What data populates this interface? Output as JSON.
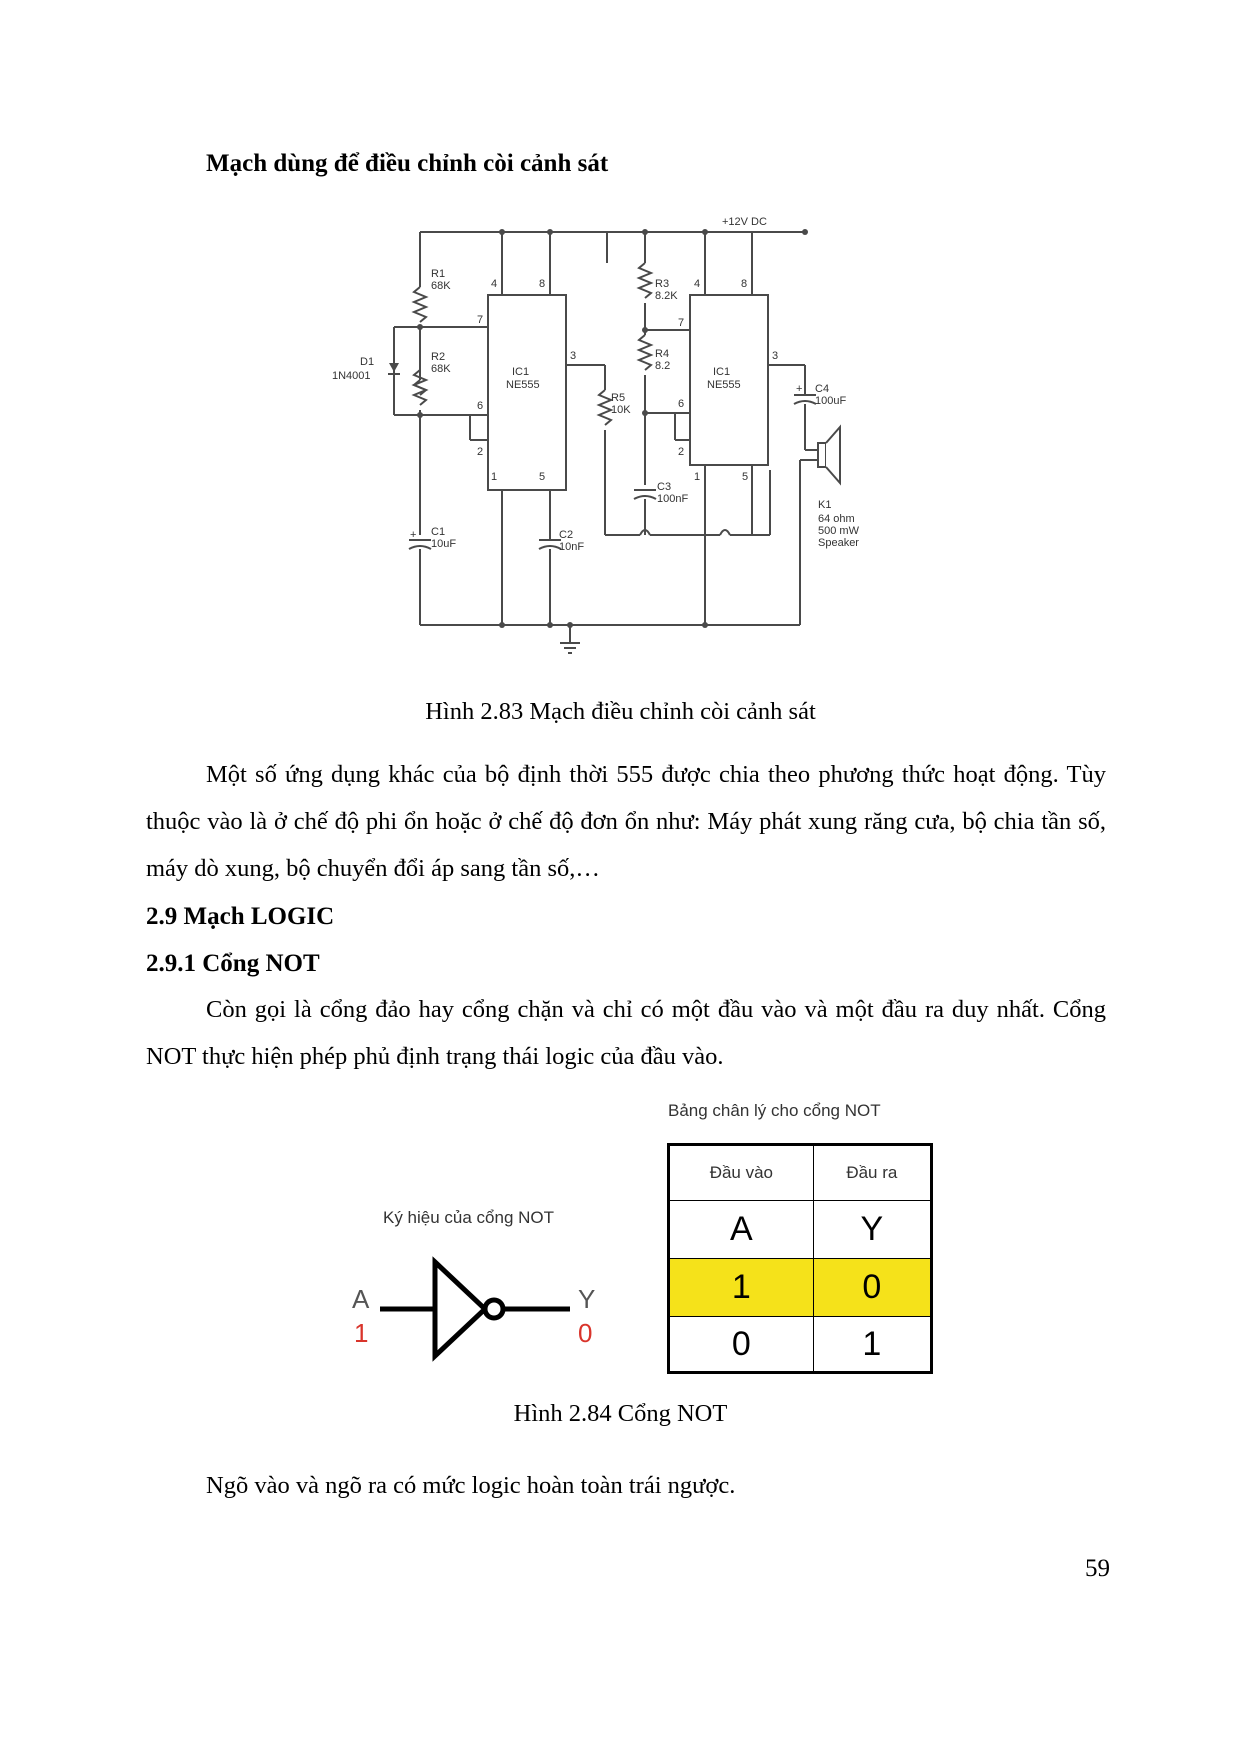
{
  "title": "Mạch dùng để điều chỉnh còi cảnh sát",
  "circuit": {
    "power": "+12V DC",
    "r1_name": "R1",
    "r1_value": "68K",
    "r2_name": "R2",
    "r2_value": "68K",
    "d1_name": "D1",
    "d1_value": "1N4001",
    "c1_name": "C1",
    "c1_value": "10uF",
    "c2_name": "C2",
    "c2_value": "10nF",
    "ic1_name": "IC1",
    "ic1_type": "NE555",
    "r3_name": "R3",
    "r3_value": "8.2K",
    "r4_name": "R4",
    "r4_value": "8.2",
    "r5_name": "R5",
    "r5_value": "10K",
    "c3_name": "C3",
    "c3_value": "100nF",
    "ic2_name": "IC1",
    "ic2_type": "NE555",
    "c4_name": "C4",
    "c4_value": "100uF",
    "k1_name": "K1",
    "k1_line1": "64 ohm",
    "k1_line2": "500 mW",
    "k1_line3": "Speaker",
    "pin4": "4",
    "pin8": "8",
    "pin7": "7",
    "pin6": "6",
    "pin2": "2",
    "pin1": "1",
    "pin5": "5",
    "pin3": "3",
    "plus": "+"
  },
  "caption1": "Hình 2.83 Mạch điều chỉnh còi cảnh sát",
  "paragraph1": "Một số ứng dụng khác của bộ định thời 555 được chia theo phương thức hoạt động. Tùy thuộc vào là ở chế độ phi ổn hoặc ở chế độ đơn ổn như: Máy phát xung răng cưa, bộ chia tần số, máy dò xung, bộ chuyển đổi áp sang tần số,…",
  "section": "2.9 Mạch LOGIC",
  "subsection": "2.9.1 Cổng NOT",
  "paragraph2": "Còn gọi là cổng đảo hay cổng chặn và chỉ có một đầu vào và một đầu ra duy nhất. Cổng NOT thực hiện phép phủ định trạng thái logic của đầu vào.",
  "not_gate": {
    "symbol_title": "Ký hiệu của cổng NOT",
    "input_label": "A",
    "input_value": "1",
    "output_label": "Y",
    "output_value": "0"
  },
  "truth_table": {
    "title": "Bảng chân lý cho cổng NOT",
    "headers": [
      "Đầu vào",
      "Đầu ra"
    ],
    "vars": [
      "A",
      "Y"
    ],
    "rows": [
      [
        "1",
        "0"
      ],
      [
        "0",
        "1"
      ]
    ],
    "highlight_color": "#f5e21a"
  },
  "caption2": "Hình 2.84 Cổng NOT",
  "paragraph3": "Ngõ vào và ngõ ra có mức logic hoàn toàn trái ngược.",
  "page_number": "59"
}
